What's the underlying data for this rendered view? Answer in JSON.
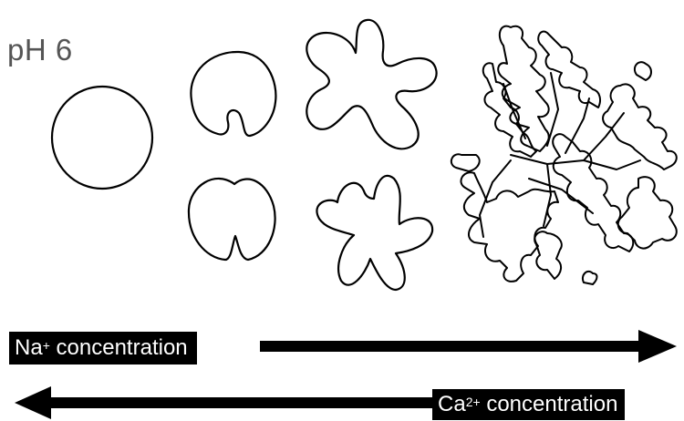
{
  "ph_label": "pH 6",
  "na_label": {
    "ion": "Na",
    "charge": "+",
    "text": " concentration"
  },
  "ca_label": {
    "ion": "Ca",
    "charge": "2+",
    "text": " concentration"
  },
  "shapes": [
    {
      "name": "circle-shape"
    },
    {
      "name": "horseshoe-shape"
    },
    {
      "name": "heart-shape"
    },
    {
      "name": "five-lobe-shape-top"
    },
    {
      "name": "five-lobe-shape-bottom"
    },
    {
      "name": "dendritic-fractal-shape"
    }
  ]
}
